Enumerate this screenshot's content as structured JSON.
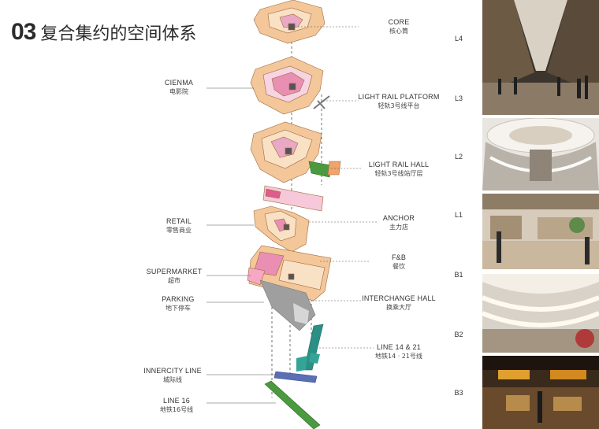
{
  "title": {
    "number": "03",
    "text": "复合集约的空间体系"
  },
  "left_labels": [
    {
      "en": "CIENMA",
      "cn": "电影院"
    },
    {
      "en": "RETAIL",
      "cn": "零售商业"
    },
    {
      "en": "SUPERMARKET",
      "cn": "超市"
    },
    {
      "en": "PARKING",
      "cn": "地下停车"
    },
    {
      "en": "INNERCITY LINE",
      "cn": "城际线"
    },
    {
      "en": "LINE 16",
      "cn": "地铁16号线"
    }
  ],
  "right_labels": [
    {
      "en": "CORE",
      "cn": "核心筒"
    },
    {
      "en": "LIGHT RAIL PLATFORM",
      "cn": "轻轨3号线平台"
    },
    {
      "en": "LIGHT RAIL HALL",
      "cn": "轻轨3号线站厅层"
    },
    {
      "en": "ANCHOR",
      "cn": "主力店"
    },
    {
      "en": "F&B",
      "cn": "餐饮"
    },
    {
      "en": "INTERCHANGE HALL",
      "cn": "换乘大厅"
    },
    {
      "en": "LINE 14 & 21",
      "cn": "地铁14 · 21号线"
    }
  ],
  "levels": [
    "L4",
    "L3",
    "L2",
    "L1",
    "B1",
    "B2",
    "B3"
  ],
  "colors": {
    "retail_orange": "#f0b27a",
    "pink": "#e98fb4",
    "light_pink": "#f6c8d9",
    "grey": "#b9b9b9",
    "green": "#4c9a3f",
    "teal": "#2a8f84",
    "blue": "#5b6fb5",
    "leader": "#555555"
  },
  "photos": [
    {
      "name": "atrium-skylight-photo"
    },
    {
      "name": "circular-atrium-photo"
    },
    {
      "name": "retail-hall-photo"
    },
    {
      "name": "curved-balcony-photo"
    },
    {
      "name": "food-court-photo"
    }
  ]
}
